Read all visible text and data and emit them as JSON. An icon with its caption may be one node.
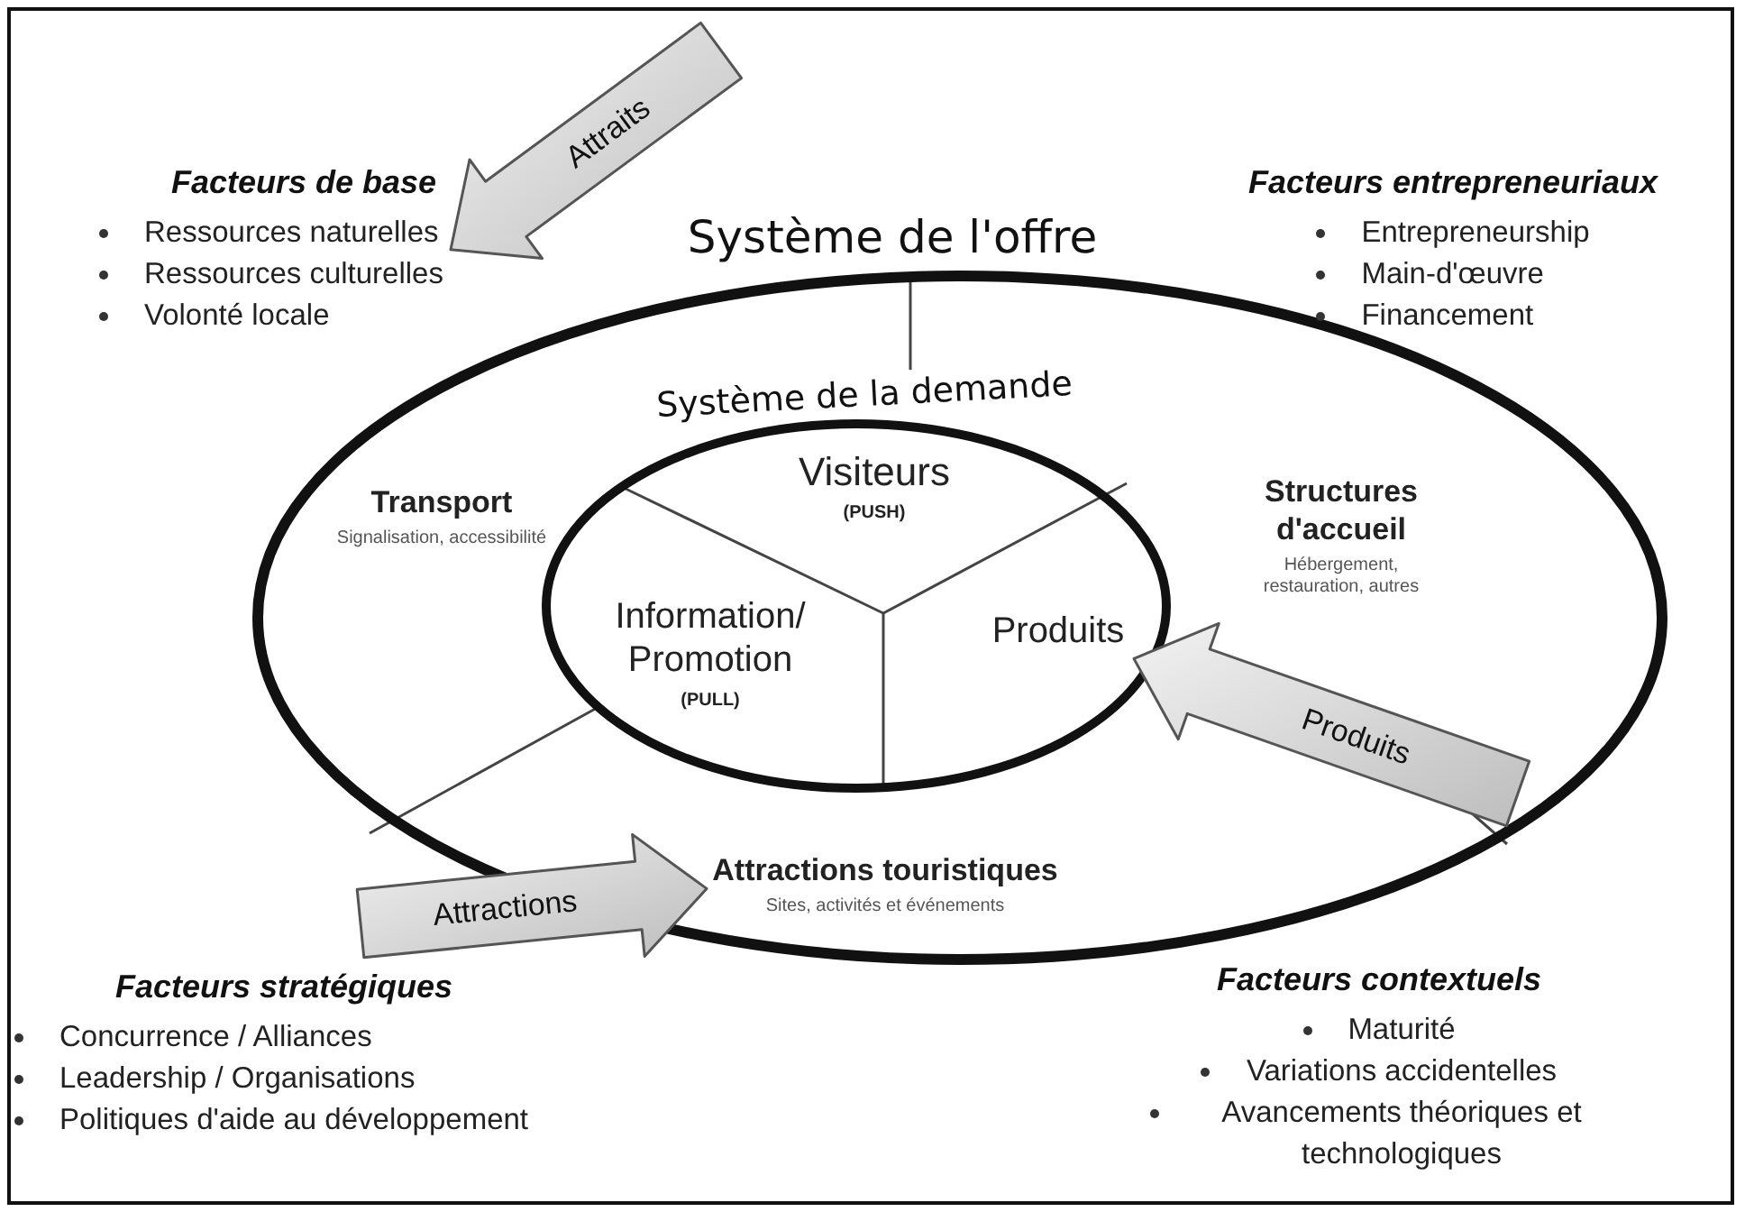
{
  "diagram": {
    "nodes": [
      {
        "text": [
          "Système de l'offre"
        ]
      },
      {
        "text": [
          "Système de la demande"
        ],
        "in": 0
      },
      {
        "text": [
          "Visiteurs",
          "(PUSH)"
        ],
        "in": 1
      },
      {
        "text": [
          "Information/ Promotion",
          "(PULL)"
        ],
        "in": 1
      },
      {
        "text": [
          "Produits"
        ],
        "in": 1
      },
      {
        "text": [
          "Transport",
          "Signalisation, accessibilité"
        ],
        "in": 0
      },
      {
        "text": [
          "Structures d'accueil",
          "Hébergement, restauration, autres"
        ],
        "in": 0
      },
      {
        "text": [
          "Attractions touristiques",
          "Sites, activités et événements"
        ],
        "in": 0
      },
      {
        "text": [
          "Facteurs de base",
          "Ressources naturelles",
          "Ressources culturelles",
          "Volonté locale"
        ]
      },
      {
        "text": [
          "Facteurs entrepreneuriaux",
          "Entrepreneurship",
          "Main-d'œuvre",
          "Financement"
        ]
      },
      {
        "text": [
          "Facteurs stratégiques",
          "Concurrence / Alliances",
          "Leadership / Organisations",
          "Politiques d'aide au développement"
        ]
      },
      {
        "text": [
          "Facteurs contextuels",
          "Maturité",
          "Variations accidentelles",
          "Avancements théoriques et technologiques"
        ]
      }
    ],
    "edges": [
      {
        "from": null,
        "to": 8,
        "arrow": "to",
        "label": "Attraits",
        "style": "thick"
      },
      {
        "from": null,
        "to": 7,
        "arrow": "to",
        "label": "Attractions",
        "style": "thick"
      },
      {
        "from": null,
        "to": 4,
        "arrow": "to",
        "label": "Produits",
        "style": "thick"
      }
    ]
  }
}
